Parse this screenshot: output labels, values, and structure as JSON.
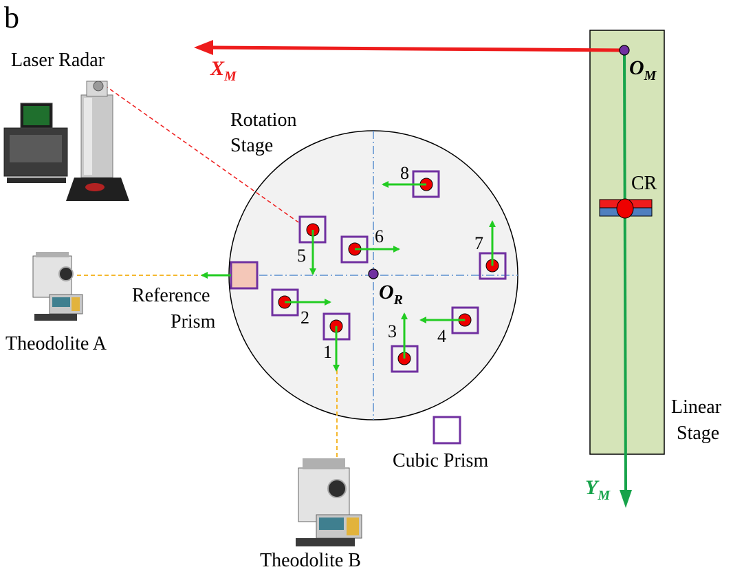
{
  "panel_label": "b",
  "labels": {
    "laser_radar": "Laser Radar",
    "rotation_stage_line1": "Rotation",
    "rotation_stage_line2": "Stage",
    "reference_prism_line1": "Reference",
    "reference_prism_line2": "Prism",
    "theodolite_a": "Theodolite A",
    "theodolite_b": "Theodolite B",
    "cubic_prism": "Cubic Prism",
    "linear_stage_line1": "Linear",
    "linear_stage_line2": "Stage",
    "cr": "CR"
  },
  "axes": {
    "xm_main": "X",
    "xm_sub": "M",
    "ym_main": "Y",
    "ym_sub": "M",
    "om_main": "O",
    "om_sub": "M",
    "or_main": "O",
    "or_sub": "R"
  },
  "prism_numbers": [
    "1",
    "2",
    "3",
    "4",
    "5",
    "6",
    "7",
    "8"
  ],
  "colors": {
    "x_axis": "#ee1c1c",
    "y_axis": "#16a34a",
    "arrow": "#22cc22",
    "prism_border": "#7030a0",
    "dot": "#ee0000",
    "stage_fill": "#f2f2f2",
    "linear_fill": "#d5e4b8",
    "guide_yellow": "#f5b82e",
    "center_dash": "#5b8fcf",
    "origin": "#7030a0",
    "cr_red": "#ee1c1c",
    "cr_blue": "#4f7fbf",
    "reference_fill": "#f4c7b8"
  }
}
